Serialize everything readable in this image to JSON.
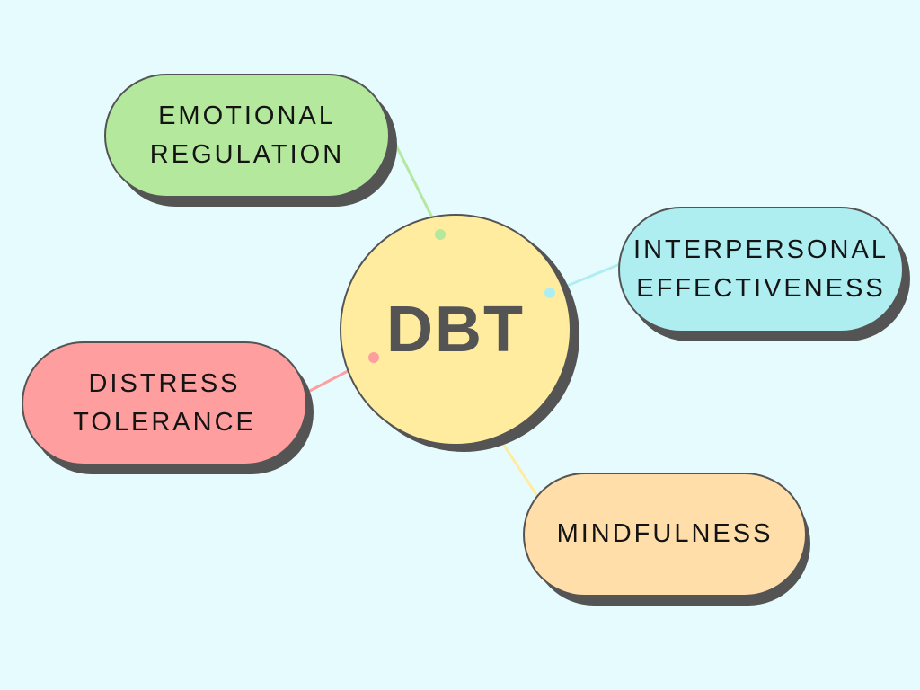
{
  "center": {
    "label": "DBT",
    "color": "#ffec9f"
  },
  "nodes": [
    {
      "id": "emotional-regulation",
      "lines": [
        "EMOTIONAL",
        "REGULATION"
      ],
      "color": "#b3e89d",
      "connector_color": "#b3e89d"
    },
    {
      "id": "interpersonal-effectiveness",
      "lines": [
        "INTERPERSONAL",
        "EFFECTIVENESS"
      ],
      "color": "#aeeef1",
      "connector_color": "#aeeef1"
    },
    {
      "id": "distress-tolerance",
      "lines": [
        "DISTRESS",
        "TOLERANCE"
      ],
      "color": "#fe9e9e",
      "connector_color": "#fe9e9e"
    },
    {
      "id": "mindfulness",
      "lines": [
        "MINDFULNESS"
      ],
      "color": "#ffdea9",
      "connector_color": "#ffec9f"
    }
  ]
}
